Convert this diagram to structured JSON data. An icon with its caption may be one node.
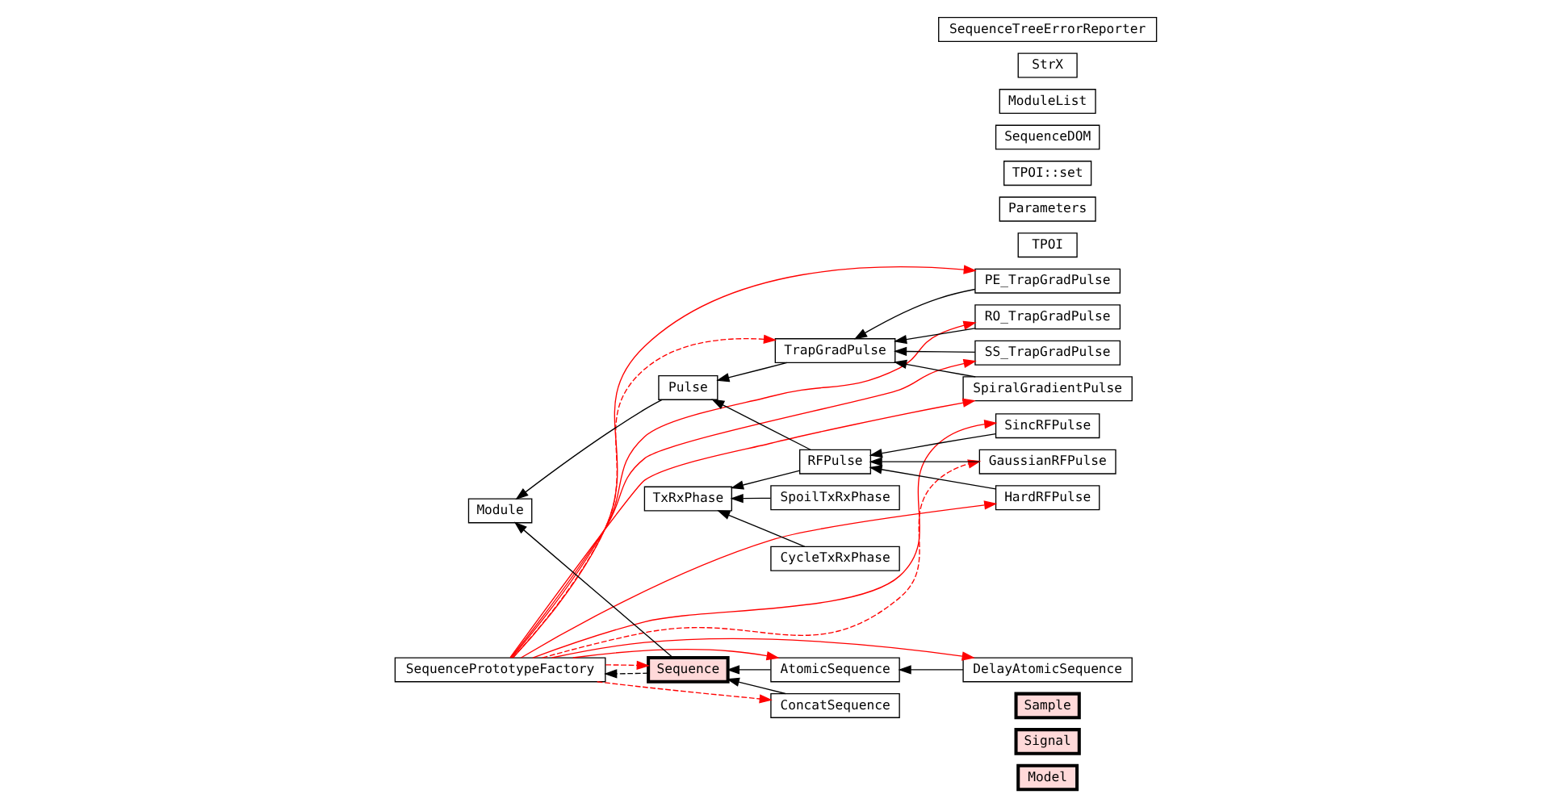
{
  "diagram": {
    "nodes": [
      {
        "text": [
          "Model"
        ]
      },
      {
        "text": [
          "Signal"
        ]
      },
      {
        "text": [
          "Sample"
        ]
      },
      {
        "text": [
          "SequencePrototypeFactory"
        ]
      },
      {
        "text": [
          "Sequence"
        ]
      },
      {
        "text": [
          "AtomicSequence"
        ]
      },
      {
        "text": [
          "DelayAtomicSequence"
        ]
      },
      {
        "text": [
          "ConcatSequence"
        ]
      },
      {
        "text": [
          "PE_TrapGradPulse"
        ]
      },
      {
        "text": [
          "Module"
        ]
      },
      {
        "text": [
          "TrapGradPulse"
        ]
      },
      {
        "text": [
          "RO_TrapGradPulse"
        ]
      },
      {
        "text": [
          "SS_TrapGradPulse"
        ]
      },
      {
        "text": [
          "Pulse"
        ]
      },
      {
        "text": [
          "SpiralGradientPulse"
        ]
      },
      {
        "text": [
          "TPOI"
        ]
      },
      {
        "text": [
          "Parameters"
        ]
      },
      {
        "text": [
          "RFPulse"
        ]
      },
      {
        "text": [
          "HardRFPulse"
        ]
      },
      {
        "text": [
          "TPOI::set"
        ]
      },
      {
        "text": [
          "SequenceDOM"
        ]
      },
      {
        "text": [
          "SincRFPulse"
        ]
      },
      {
        "text": [
          "ModuleList"
        ]
      },
      {
        "text": [
          "StrX"
        ]
      },
      {
        "text": [
          "CycleTxRxPhase"
        ]
      },
      {
        "text": [
          "TxRxPhase"
        ]
      },
      {
        "text": [
          "SpoilTxRxPhase"
        ]
      },
      {
        "text": [
          "GaussianRFPulse"
        ]
      },
      {
        "text": [
          "SequenceTreeErrorReporter"
        ]
      }
    ],
    "edges": [
      {
        "from": 5,
        "to": 4,
        "arrow": "to"
      },
      {
        "from": 7,
        "to": 4,
        "arrow": "to"
      },
      {
        "from": 6,
        "to": 5,
        "arrow": "to"
      },
      {
        "from": 4,
        "to": 9,
        "arrow": "to"
      },
      {
        "from": 13,
        "to": 9,
        "arrow": "to"
      },
      {
        "from": 10,
        "to": 13,
        "arrow": "to"
      },
      {
        "from": 17,
        "to": 13,
        "arrow": "to"
      },
      {
        "from": 8,
        "to": 10,
        "arrow": "to"
      },
      {
        "from": 11,
        "to": 10,
        "arrow": "to"
      },
      {
        "from": 12,
        "to": 10,
        "arrow": "to"
      },
      {
        "from": 14,
        "to": 10,
        "arrow": "to"
      },
      {
        "from": 18,
        "to": 17,
        "arrow": "to"
      },
      {
        "from": 21,
        "to": 17,
        "arrow": "to"
      },
      {
        "from": 27,
        "to": 17,
        "arrow": "to"
      },
      {
        "from": 17,
        "to": 25,
        "arrow": "to"
      },
      {
        "from": 24,
        "to": 25,
        "arrow": "to"
      },
      {
        "from": 26,
        "to": 25,
        "arrow": "to"
      },
      {
        "from": 4,
        "to": 3,
        "arrow": "to",
        "style": "dashed"
      },
      {
        "from": 3,
        "to": 4,
        "arrow": "to",
        "style": "dashed",
        "color": "#ff0000"
      },
      {
        "from": 3,
        "to": 5,
        "arrow": "to",
        "color": "#ff0000"
      },
      {
        "from": 3,
        "to": 6,
        "arrow": "to",
        "color": "#ff0000"
      },
      {
        "from": 3,
        "to": 7,
        "arrow": "to",
        "style": "dashed",
        "color": "#ff0000"
      },
      {
        "from": 3,
        "to": 10,
        "arrow": "to",
        "style": "dashed",
        "color": "#ff0000"
      },
      {
        "from": 3,
        "to": 8,
        "arrow": "to",
        "color": "#ff0000"
      },
      {
        "from": 3,
        "to": 11,
        "arrow": "to",
        "color": "#ff0000"
      },
      {
        "from": 3,
        "to": 12,
        "arrow": "to",
        "color": "#ff0000"
      },
      {
        "from": 3,
        "to": 14,
        "arrow": "to",
        "color": "#ff0000"
      },
      {
        "from": 3,
        "to": 18,
        "arrow": "to",
        "color": "#ff0000"
      },
      {
        "from": 3,
        "to": 21,
        "arrow": "to",
        "color": "#ff0000"
      },
      {
        "from": 3,
        "to": 27,
        "arrow": "to",
        "style": "dashed",
        "color": "#ff0000"
      }
    ]
  }
}
